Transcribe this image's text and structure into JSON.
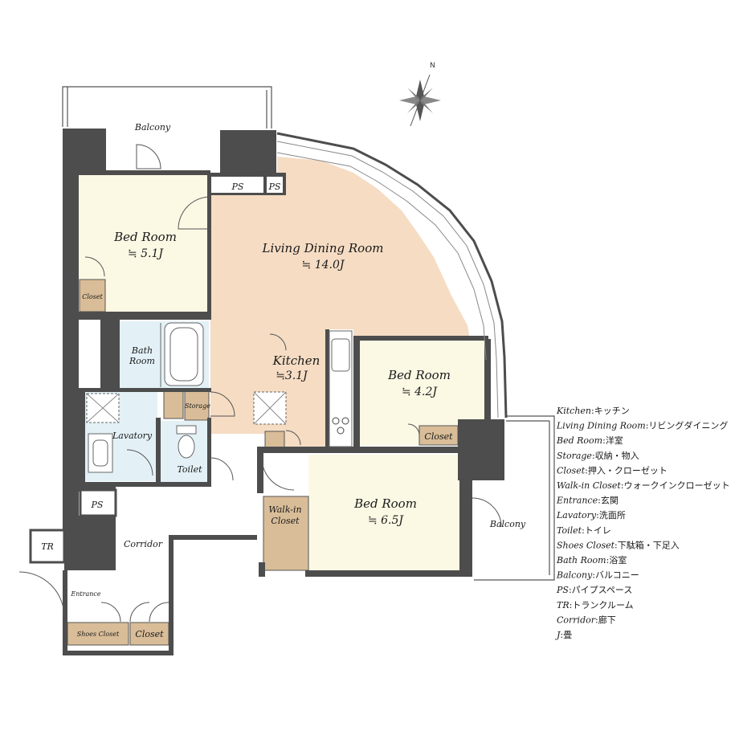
{
  "rooms": {
    "balcony_top": "Balcony",
    "bedroom_1_name": "Bed Room",
    "bedroom_1_size": "≒ 5.1J",
    "closet_1": "Closet",
    "ps_1": "PS",
    "ps_2": "PS",
    "ldr_name": "Living Dining Room",
    "ldr_size": "≒ 14.0J",
    "bath_name_1": "Bath",
    "bath_name_2": "Room",
    "kitchen_name": "Kitchen",
    "kitchen_size": "≒3.1J",
    "bedroom_2_name": "Bed Room",
    "bedroom_2_size": "≒ 4.2J",
    "closet_2": "Closet",
    "storage": "Storage",
    "lavatory": "Lavatory",
    "toilet": "Toilet",
    "ps_3": "PS",
    "walkin_1": "Walk-in",
    "walkin_2": "Closet",
    "bedroom_3_name": "Bed Room",
    "bedroom_3_size": "≒ 6.5J",
    "balcony_right": "Balcony",
    "tr": "TR",
    "corridor": "Corridor",
    "entrance": "Entrance",
    "shoes_closet": "Shoes Closet",
    "closet_3": "Closet"
  },
  "compass_label": "N",
  "legend": [
    {
      "term": "Kitchen",
      "meaning": "キッチン"
    },
    {
      "term": "Living Dining Room",
      "meaning": "リビングダイニング"
    },
    {
      "term": "Bed Room",
      "meaning": "洋室"
    },
    {
      "term": "Storage",
      "meaning": "収納・物入"
    },
    {
      "term": "Closet",
      "meaning": "押入・クローゼット"
    },
    {
      "term": "Walk-in Closet",
      "meaning": "ウォークインクローゼット"
    },
    {
      "term": "Entrance",
      "meaning": "玄関"
    },
    {
      "term": "Lavatory",
      "meaning": "洗面所"
    },
    {
      "term": "Toilet",
      "meaning": "トイレ"
    },
    {
      "term": "Shoes Closet",
      "meaning": "下駄箱・下足入"
    },
    {
      "term": "Bath Room",
      "meaning": "浴室"
    },
    {
      "term": "Balcony",
      "meaning": "バルコニー"
    },
    {
      "term": "PS",
      "meaning": "パイプスペース"
    },
    {
      "term": "TR",
      "meaning": "トランクルーム"
    },
    {
      "term": "Corridor",
      "meaning": "廊下"
    },
    {
      "term": "J",
      "meaning": "畳"
    }
  ],
  "colors": {
    "ldr_floor": "#f5dcc3",
    "bedroom_floor": "#fbf8e4",
    "wet_floor": "#e3f1f7",
    "storage_fill": "#d9bd98",
    "wall": "#4d4d4d"
  }
}
